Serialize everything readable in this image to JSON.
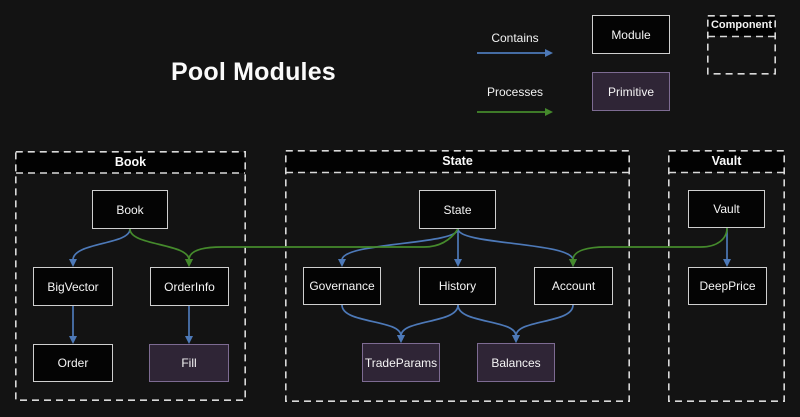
{
  "title": "Pool Modules",
  "legend": {
    "contains": "Contains",
    "processes": "Processes",
    "module": "Module",
    "primitive": "Primitive",
    "component": "Component"
  },
  "containers": {
    "book": "Book",
    "state": "State",
    "vault": "Vault"
  },
  "nodes": {
    "book": "Book",
    "bigvector": "BigVector",
    "orderinfo": "OrderInfo",
    "order": "Order",
    "fill": "Fill",
    "state": "State",
    "governance": "Governance",
    "history": "History",
    "account": "Account",
    "tradeparams": "TradeParams",
    "balances": "Balances",
    "vault": "Vault",
    "deepprice": "DeepPrice"
  },
  "primitive_nodes": [
    "Fill",
    "TradeParams",
    "Balances"
  ],
  "edges": {
    "contains": [
      {
        "from": "Book",
        "to": "BigVector"
      },
      {
        "from": "BigVector",
        "to": "Order"
      },
      {
        "from": "OrderInfo",
        "to": "Fill"
      },
      {
        "from": "State",
        "to": "Governance"
      },
      {
        "from": "State",
        "to": "History"
      },
      {
        "from": "State",
        "to": "Account"
      },
      {
        "from": "Governance",
        "to": "TradeParams"
      },
      {
        "from": "History",
        "to": "TradeParams"
      },
      {
        "from": "History",
        "to": "Balances"
      },
      {
        "from": "Account",
        "to": "Balances"
      },
      {
        "from": "Vault",
        "to": "DeepPrice"
      }
    ],
    "processes": [
      {
        "from": "Book",
        "to": "OrderInfo"
      },
      {
        "from": "State",
        "to": "OrderInfo"
      },
      {
        "from": "Vault",
        "to": "Account"
      }
    ]
  },
  "colors": {
    "background": "#131313",
    "module_fill": "#040404",
    "module_border": "#cfcfcf",
    "primitive_fill": "#2f2536",
    "primitive_border": "#7d6b92",
    "container_border": "#d9d9d9",
    "contains_edge": "#4d79b8",
    "processes_edge": "#458a2c",
    "text": "#f2f2f2"
  }
}
